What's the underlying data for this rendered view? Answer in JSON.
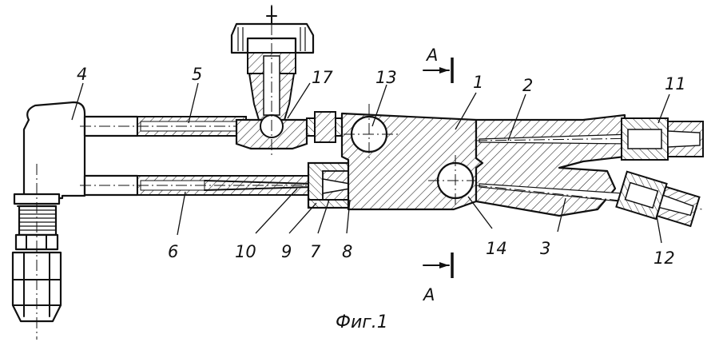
{
  "figure": {
    "caption": "Фиг.1",
    "section_mark": "A"
  },
  "labels": [
    {
      "id": "1",
      "text": "1"
    },
    {
      "id": "2",
      "text": "2"
    },
    {
      "id": "3",
      "text": "3"
    },
    {
      "id": "4",
      "text": "4"
    },
    {
      "id": "5",
      "text": "5"
    },
    {
      "id": "6",
      "text": "6"
    },
    {
      "id": "7",
      "text": "7"
    },
    {
      "id": "8",
      "text": "8"
    },
    {
      "id": "9",
      "text": "9"
    },
    {
      "id": "10",
      "text": "10"
    },
    {
      "id": "11",
      "text": "11"
    },
    {
      "id": "12",
      "text": "12"
    },
    {
      "id": "13",
      "text": "13"
    },
    {
      "id": "14",
      "text": "14"
    },
    {
      "id": "17",
      "text": "17"
    }
  ]
}
